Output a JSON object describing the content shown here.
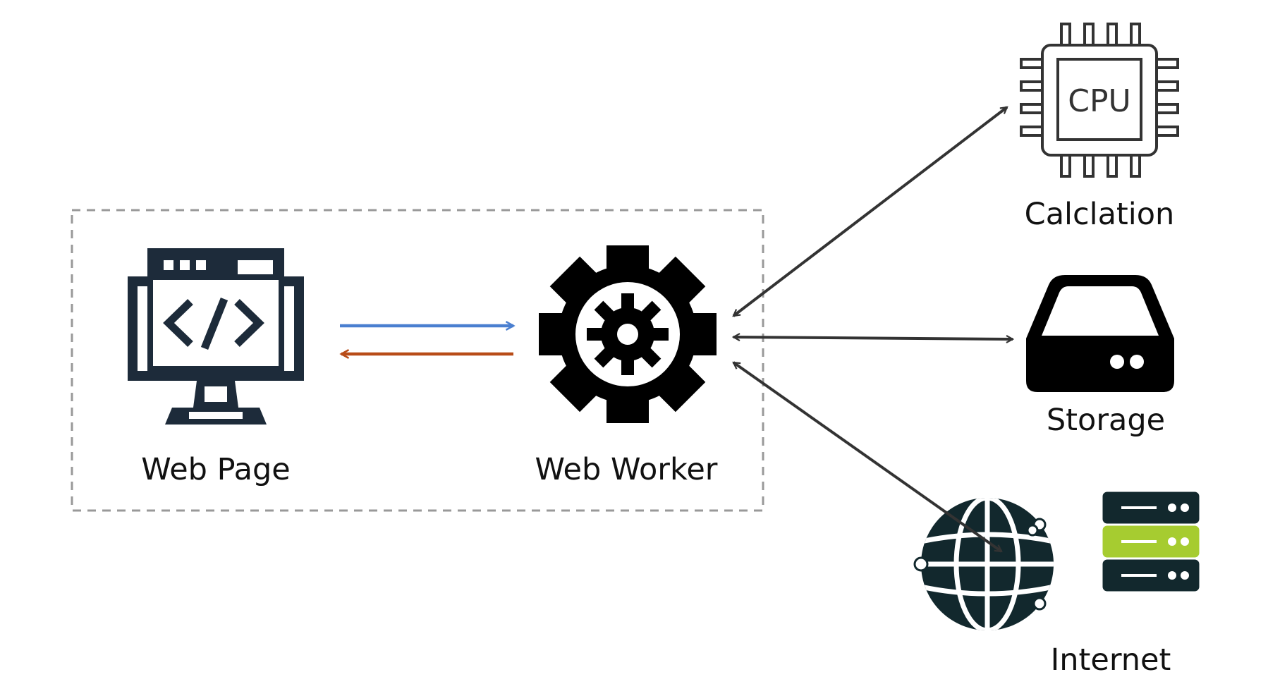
{
  "nodes": {
    "web_page": {
      "label": "Web Page",
      "icon": "monitor-code-icon"
    },
    "web_worker": {
      "label": "Web Worker",
      "icon": "gear-icon"
    },
    "calculation": {
      "label": "Calclation",
      "icon": "cpu-chip-icon",
      "chip_text": "CPU"
    },
    "storage": {
      "label": "Storage",
      "icon": "hard-drive-icon"
    },
    "internet": {
      "label": "Internet",
      "icon": "globe-server-icon"
    }
  },
  "edges": [
    {
      "from": "web_page",
      "to": "web_worker",
      "style": "single-arrow",
      "color": "#4a7fd0"
    },
    {
      "from": "web_worker",
      "to": "web_page",
      "style": "single-arrow",
      "color": "#b84c18"
    },
    {
      "from": "web_worker",
      "to": "calculation",
      "style": "double-arrow",
      "color": "#333333"
    },
    {
      "from": "web_worker",
      "to": "storage",
      "style": "double-arrow",
      "color": "#333333"
    },
    {
      "from": "web_worker",
      "to": "internet",
      "style": "double-arrow",
      "color": "#333333"
    }
  ],
  "group": {
    "style": "dashed",
    "color": "#999999",
    "members": [
      "web_page",
      "web_worker"
    ]
  },
  "colors": {
    "monitor": "#1d2b3a",
    "server_dark": "#12282d",
    "server_accent": "#a6cc30"
  }
}
